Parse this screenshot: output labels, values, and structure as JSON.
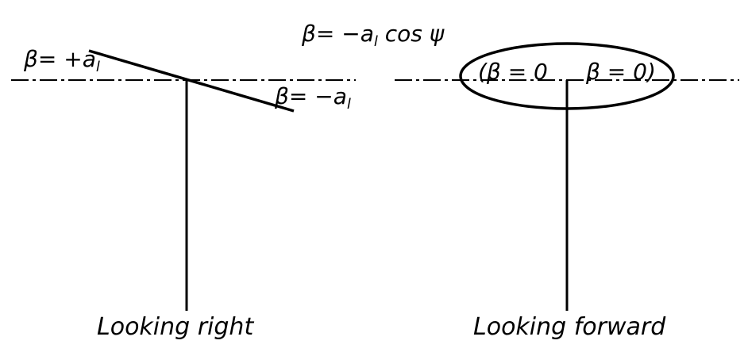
{
  "title": {
    "beta": "β",
    "equals": "= −a",
    "subscript": "l",
    "rest": " cos ψ"
  },
  "left_panel": {
    "upper_label": {
      "beta": "β",
      "equals": "= +a",
      "subscript": "l"
    },
    "lower_label": {
      "beta": "β",
      "equals": "= −a",
      "subscript": "l"
    },
    "caption": "Looking right"
  },
  "right_panel": {
    "left_label": "(β = 0",
    "right_label": "β = 0)",
    "caption": "Looking forward"
  },
  "colors": {
    "ink": "#000000",
    "background": "#ffffff"
  }
}
